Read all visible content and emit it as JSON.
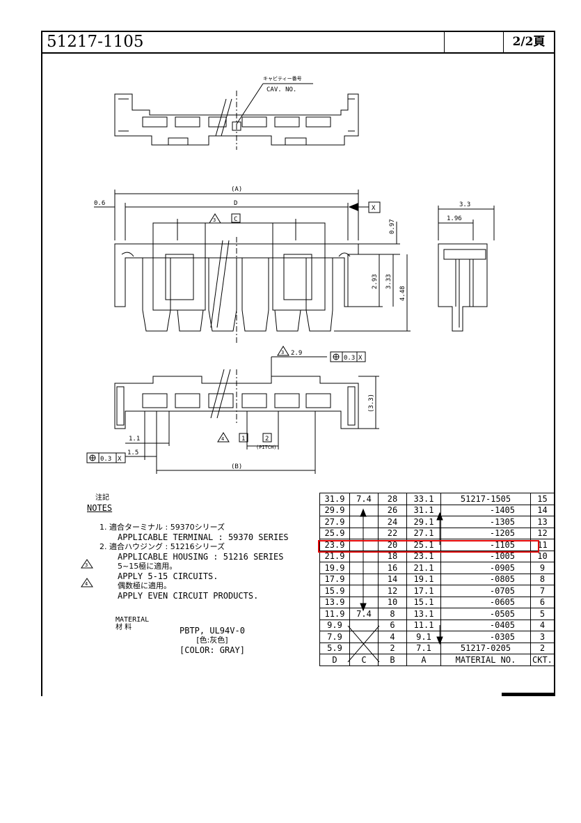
{
  "title_block": {
    "part_number": "51217-1105",
    "page": "2/2頁"
  },
  "top_view": {
    "cavity_label_jp": "キャビティー番号",
    "cavity_label_en": "CAV. NO."
  },
  "front_view": {
    "dim_A": "(A)",
    "dim_D": "D",
    "dim_06": "0.6",
    "datum_X": "X",
    "note3_C": "C",
    "dim_097": "0.97",
    "dim_293": "2.93",
    "dim_333": "3.33",
    "dim_448": "4.48"
  },
  "side_view": {
    "dim_33": "3.3",
    "dim_196": "1.96"
  },
  "bottom_view": {
    "dim_29": "2.9",
    "tol_top": "0.3",
    "tol_top_datum": "X",
    "dim_33p": "(3.3)",
    "dim_11": "1.1",
    "dim_15": "1.5",
    "tol_left": "0.3",
    "tol_left_datum": "X",
    "box1": "1",
    "box2": "2",
    "pitch": "(PITCH)",
    "dim_B": "(B)",
    "note_tri3": "3",
    "note_tri4": "4"
  },
  "notes": {
    "jp_head": "注記",
    "head": "NOTES",
    "n1_jp": "1. 適合ターミナル  :  59370シリーズ",
    "n1_en": "APPLICABLE TERMINAL : 59370 SERIES",
    "n2_jp": "2. 適合ハウジング  :  51216シリーズ",
    "n2_en": "APPLICABLE HOUSING : 51216 SERIES",
    "n3_jp": "5~15極に適用。",
    "n3_en": "APPLY 5-15 CIRCUITS.",
    "n4_jp": "偶数極に適用。",
    "n4_en": "APPLY EVEN CIRCUIT PRODUCTS."
  },
  "material": {
    "label_en": "MATERIAL",
    "label_jp": "材 料",
    "value": "PBTP, UL94V-0",
    "color_jp": "[色:灰色]",
    "color_en": "[COLOR: GRAY]"
  },
  "table": {
    "rows": [
      [
        "31.9",
        "7.4",
        "28",
        "33.1",
        "51217-1505",
        "15"
      ],
      [
        "29.9",
        "",
        "26",
        "31.1",
        "-1405",
        "14"
      ],
      [
        "27.9",
        "",
        "24",
        "29.1",
        "-1305",
        "13"
      ],
      [
        "25.9",
        "",
        "22",
        "27.1",
        "-1205",
        "12"
      ],
      [
        "23.9",
        "",
        "20",
        "25.1",
        "-1105",
        "11"
      ],
      [
        "21.9",
        "",
        "18",
        "23.1",
        "-1005",
        "10"
      ],
      [
        "19.9",
        "",
        "16",
        "21.1",
        "-0905",
        "9"
      ],
      [
        "17.9",
        "",
        "14",
        "19.1",
        "-0805",
        "8"
      ],
      [
        "15.9",
        "",
        "12",
        "17.1",
        "-0705",
        "7"
      ],
      [
        "13.9",
        "",
        "10",
        "15.1",
        "-0605",
        "6"
      ],
      [
        "11.9",
        "7.4",
        "8",
        "13.1",
        "-0505",
        "5"
      ],
      [
        "9.9",
        "",
        "6",
        "11.1",
        "-0405",
        "4"
      ],
      [
        "7.9",
        "",
        "4",
        "9.1",
        "-0305",
        "3"
      ],
      [
        "5.9",
        "",
        "2",
        "7.1",
        "51217-0205",
        "2"
      ]
    ],
    "header": [
      "D",
      "C",
      "B",
      "A",
      "MATERIAL NO.",
      "CKT."
    ],
    "highlight_color": "#e00000"
  }
}
